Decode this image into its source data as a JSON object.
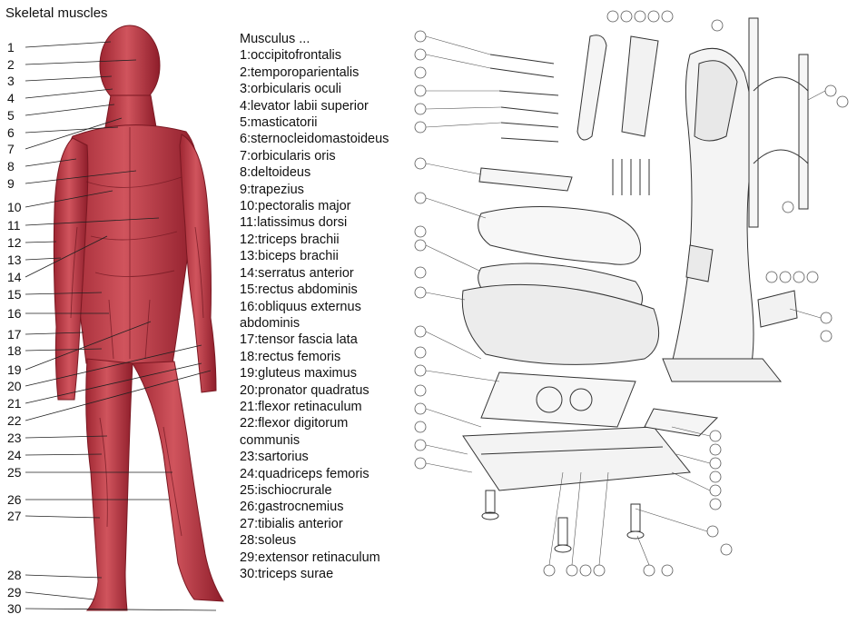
{
  "title": "Skeletal muscles",
  "figure_numbers": [
    "1",
    "2",
    "3",
    "4",
    "5",
    "6",
    "7",
    "8",
    "9",
    "10",
    "11",
    "12",
    "13",
    "14",
    "15",
    "16",
    "17",
    "18",
    "19",
    "20",
    "21",
    "22",
    "23",
    "24",
    "25",
    "26",
    "27",
    "28",
    "29",
    "30"
  ],
  "legend": {
    "heading": "Musculus ...",
    "items": [
      "1:occipitofrontalis",
      "2:temporoparientalis",
      "3:orbicularis oculi",
      "4:levator labii superior",
      "5:masticatorii",
      "6:sternocleidomastoideus",
      "7:orbicularis oris",
      "8:deltoideus",
      "9:trapezius",
      "10:pectoralis major",
      "11:latissimus dorsi",
      "12:triceps brachii",
      "13:biceps brachii",
      "14:serratus anterior",
      "15:rectus abdominis",
      "16:obliquus externus",
      "abdominis",
      "17:tensor fascia lata",
      "18:rectus femoris",
      "19:gluteus maximus",
      "20:pronator quadratus",
      "21:flexor retinaculum",
      "22:flexor digitorum",
      "communis",
      "23:sartorius",
      "24:quadriceps femoris",
      "25:ischiocrurale",
      "26:gastrocnemius",
      "27:tibialis anterior",
      "28:soleus",
      "29:extensor retinaculum",
      "30:triceps surae"
    ]
  },
  "colors": {
    "muscle": "#c4444e",
    "muscle_dark": "#8e1d2a",
    "muscle_light": "#e08a8e",
    "line": "#222222",
    "machine_line": "#333333"
  }
}
